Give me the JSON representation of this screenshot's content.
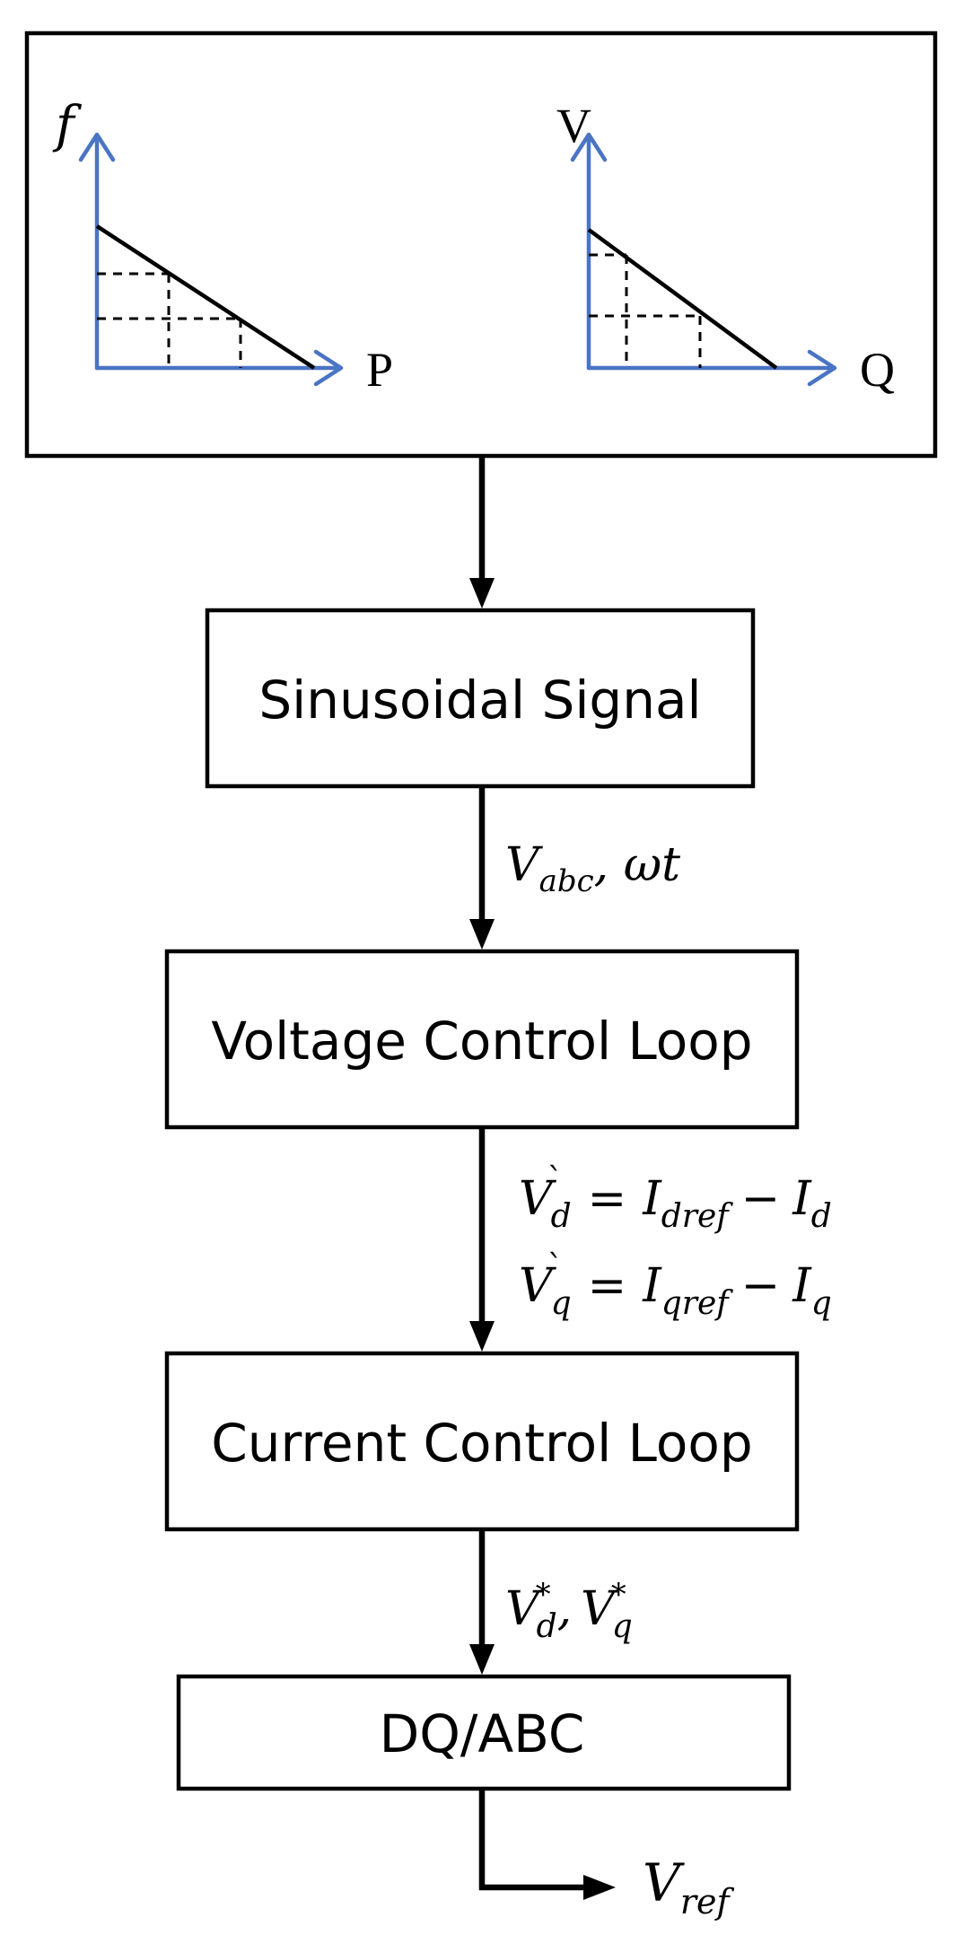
{
  "droop_panel": {
    "pf_chart": {
      "y_label": "f",
      "x_label": "P"
    },
    "vq_chart": {
      "y_label": "V",
      "x_label": "Q"
    }
  },
  "blocks": {
    "sinusoidal": "Sinusoidal Signal",
    "voltage_loop": "Voltage Control Loop",
    "current_loop": "Current Control Loop",
    "dqabc": "DQ/ABC"
  },
  "signals": {
    "sig1": {
      "V": "V",
      "abc": "abc",
      "rest": ", ωt"
    },
    "sig2a": {
      "V": "V",
      "sub": "d",
      "prime": "`",
      "eq": "=",
      "I1": "I",
      "sub1": "dref",
      "minus": "−",
      "I2": "I",
      "sub2": "d"
    },
    "sig2b": {
      "V": "V",
      "sub": "q",
      "prime": "`",
      "eq": "=",
      "I1": "I",
      "sub1": "qref",
      "minus": "−",
      "I2": "I",
      "sub2": "q"
    },
    "sig3": {
      "V1": "V",
      "sub1": "d",
      "star1": "*",
      "comma": ",",
      "V2": "V",
      "sub2": "q",
      "star2": "*"
    },
    "sig4": {
      "V": "V",
      "sub": "ref"
    }
  }
}
